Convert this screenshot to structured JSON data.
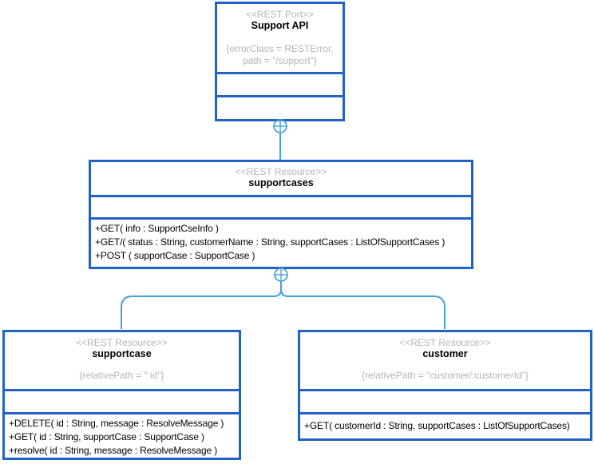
{
  "diagram": {
    "type": "uml-rest-composite-structure",
    "colors": {
      "box_border": "#2262c4",
      "connector": "#44a1d9",
      "stereotype_text": "#b5b5b5",
      "name_text": "#000000",
      "background": "#ffffff"
    },
    "nodes": [
      {
        "id": "support-api",
        "stereotype": "<<REST Port>>",
        "name": "Support API",
        "properties": [
          "{errorClass = RESTError,",
          "path = \"/support\"}"
        ],
        "methods": []
      },
      {
        "id": "supportcases",
        "stereotype": "<<REST Resource>>",
        "name": "supportcases",
        "properties": [],
        "methods": [
          "+GET( info : SupportCseInfo )",
          "+GET/( status : String, customerName : String, supportCases : ListOfSupportCases )",
          "+POST ( supportCase : SupportCase )"
        ]
      },
      {
        "id": "supportcase",
        "stereotype": "<<REST Resource>>",
        "name": "supportcase",
        "properties": [
          "{relativePath = \":id\"}"
        ],
        "methods": [
          "+DELETE( id : String, message : ResolveMessage )",
          "+GET( id : String, supportCase : SupportCase )",
          "+resolve( id : String, message : ResolveMessage )"
        ]
      },
      {
        "id": "customer",
        "stereotype": "<<REST Resource>>",
        "name": "customer",
        "properties": [
          "{relativePath = \"customer/:customerId\"}"
        ],
        "methods": [
          "+GET( customerId : String, supportCases : ListOfSupportCases)"
        ]
      }
    ],
    "connectors": [
      {
        "type": "containment",
        "from": "Support API",
        "to": "supportcases",
        "symbol": "circled-plus"
      },
      {
        "type": "containment",
        "from": "supportcases",
        "to": "supportcase",
        "symbol": "circled-plus"
      },
      {
        "type": "containment",
        "from": "supportcases",
        "to": "customer",
        "symbol": "circled-plus"
      }
    ]
  }
}
